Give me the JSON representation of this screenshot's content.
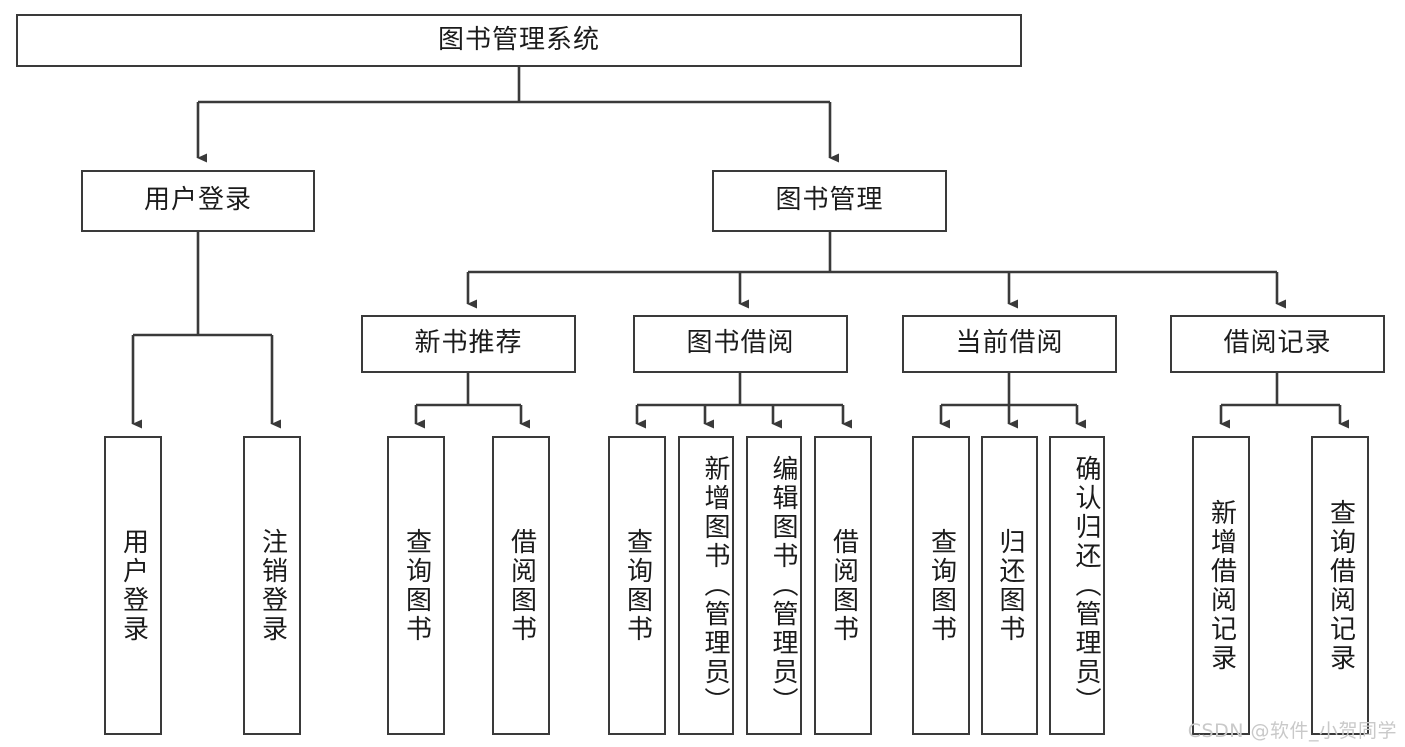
{
  "diagram": {
    "title": "图书管理系统",
    "watermark": "CSDN @软件_小贺同学",
    "nodes": {
      "root": {
        "label": "图书管理系统"
      },
      "user_login": {
        "label": "用户登录"
      },
      "book_manage": {
        "label": "图书管理"
      },
      "new_book_rec": {
        "label": "新书推荐"
      },
      "book_borrow": {
        "label": "图书借阅"
      },
      "current_borrow": {
        "label": "当前借阅"
      },
      "borrow_record": {
        "label": "借阅记录"
      },
      "leaf_user_login": {
        "label": "用户登录"
      },
      "leaf_logout": {
        "label": "注销登录"
      },
      "leaf_query_book_1": {
        "label": "查询图书"
      },
      "leaf_borrow_book_1": {
        "label": "借阅图书"
      },
      "leaf_query_book_2": {
        "label": "查询图书"
      },
      "leaf_add_book_admin": {
        "label": "新增图书（管理员）"
      },
      "leaf_edit_book_admin": {
        "label": "编辑图书（管理员）"
      },
      "leaf_borrow_book_2": {
        "label": "借阅图书"
      },
      "leaf_query_book_3": {
        "label": "查询图书"
      },
      "leaf_return_book": {
        "label": "归还图书"
      },
      "leaf_confirm_return_admin": {
        "label": "确认归还（管理员）"
      },
      "leaf_add_record": {
        "label": "新增借阅记录"
      },
      "leaf_query_record": {
        "label": "查询借阅记录"
      }
    },
    "colors": {
      "stroke": "#3a3a3a",
      "box_fill": "#ffffff",
      "text": "#1b1b1b",
      "watermark": "#c9c9c9"
    }
  }
}
